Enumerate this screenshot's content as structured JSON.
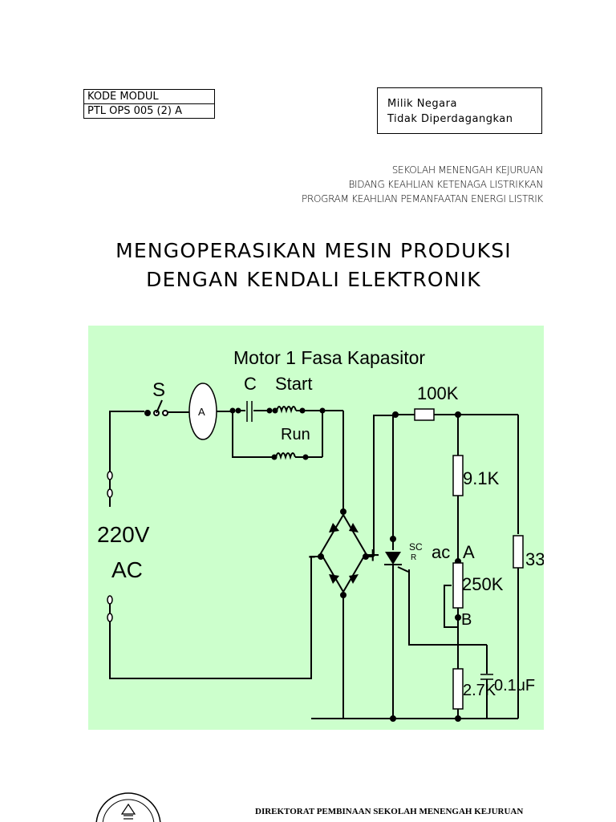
{
  "kode_modul": {
    "label": "KODE MODUL",
    "code": "PTL OPS 005 (2) A"
  },
  "ownership": {
    "line1": "Milik Negara",
    "line2": "Tidak Diperdagangkan"
  },
  "institution": {
    "line1": "SEKOLAH MENENGAH KEJURUAN",
    "line2": "BIDANG KEAHLIAN KETENAGA LISTRIKKAN",
    "line3": "PROGRAM KEAHLIAN PEMANFAATAN ENERGI LISTRIK"
  },
  "title": {
    "line1": "MENGOPERASIKAN MESIN PRODUKSI",
    "line2": "DENGAN KENDALI ELEKTRONIK"
  },
  "diagram": {
    "heading": "Motor 1 Fasa Kapasitor",
    "switch": "S",
    "ammeter": "A",
    "capacitor": "C",
    "start": "Start",
    "run": "Run",
    "r100k": "100K",
    "r91k": "9.1K",
    "supply_v": "220V",
    "supply_ac": "AC",
    "minus": "-",
    "plus": "+",
    "scr": "SC",
    "scr_sub": "R",
    "diac": "ac",
    "node_a": "A",
    "pot": "250K",
    "node_b": "B",
    "r33": "33",
    "r27": "2.7K",
    "cap01": "0.1uF"
  },
  "footer": {
    "directorate": "DIREKTORAT PEMBINAAN SEKOLAH MENENGAH KEJURUAN"
  }
}
